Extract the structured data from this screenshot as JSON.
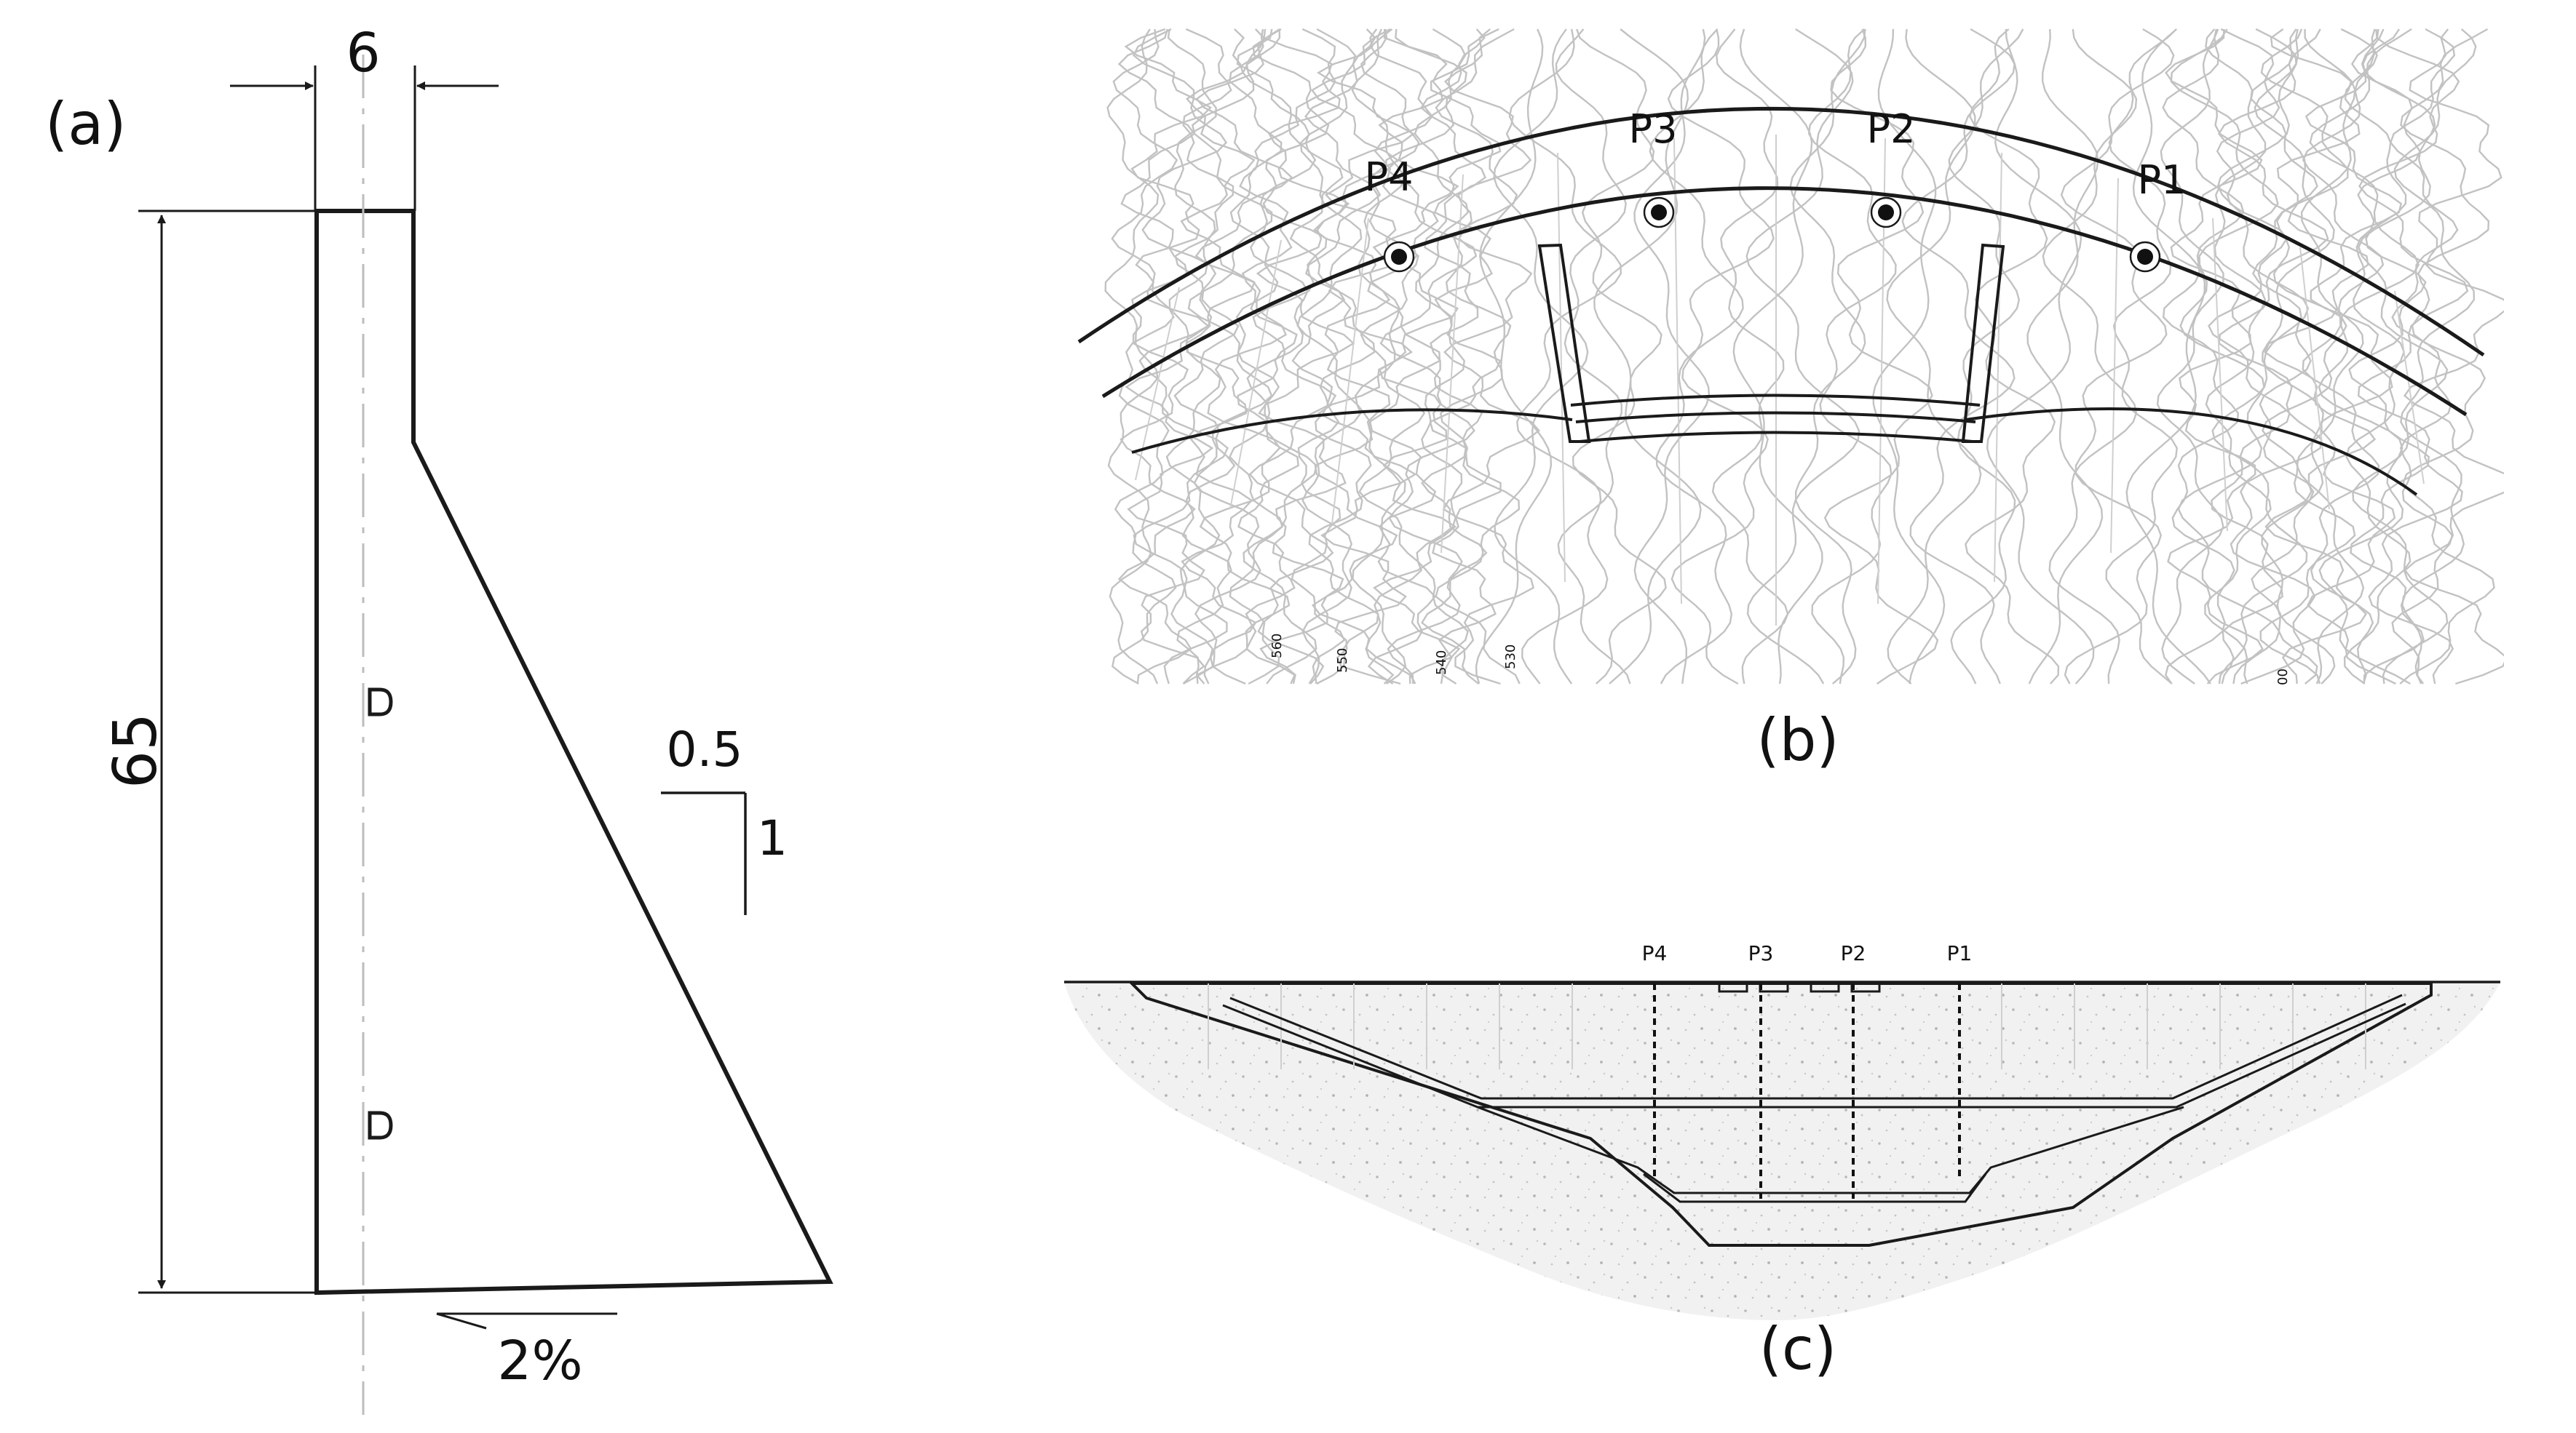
{
  "panel_a": {
    "label": "(a)",
    "crest_width": "6",
    "height": "65",
    "slope_horizontal": "0.5",
    "slope_vertical": "1",
    "base_slope": "2%"
  },
  "panel_b": {
    "label": "(b)",
    "pendulums": [
      "P4",
      "P3",
      "P2",
      "P1"
    ],
    "contour_labels": [
      "560",
      "550",
      "540",
      "530",
      "",
      "00"
    ]
  },
  "panel_c": {
    "label": "(c)",
    "pendulums": [
      "P4",
      "P3",
      "P2",
      "P1"
    ]
  }
}
